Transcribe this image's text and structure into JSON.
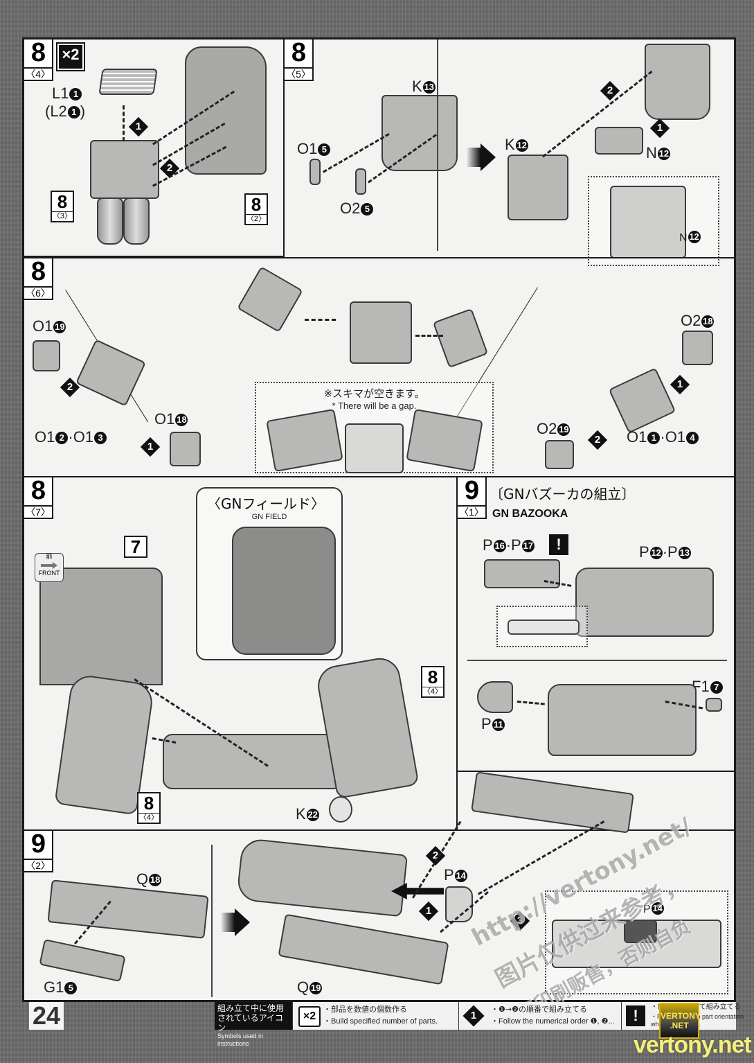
{
  "page": {
    "number": "24"
  },
  "steps": {
    "s8_4": {
      "step": "8",
      "sub": "〈4〉",
      "multiplier": "×2",
      "parts": [
        {
          "label": "L1",
          "num": "1"
        },
        {
          "label": "(L2",
          "num": "1",
          "suffix": ")"
        }
      ],
      "order": [
        "1",
        "2"
      ],
      "refs": [
        {
          "step": "8",
          "sub": "〈3〉"
        },
        {
          "step": "8",
          "sub": "〈2〉"
        }
      ]
    },
    "s8_5": {
      "step": "8",
      "sub": "〈5〉",
      "parts": [
        {
          "label": "K",
          "num": "13"
        },
        {
          "label": "O1",
          "num": "5"
        },
        {
          "label": "O2",
          "num": "5"
        },
        {
          "label": "K",
          "num": "12"
        },
        {
          "label": "N",
          "num": "12"
        }
      ],
      "detail_label": {
        "label": "N",
        "num": "12"
      },
      "order": [
        "1",
        "2"
      ]
    },
    "s8_6": {
      "step": "8",
      "sub": "〈6〉",
      "left_parts": [
        {
          "label": "O1",
          "num": "19"
        },
        {
          "label": "O1",
          "num": "2",
          "label2": "O1",
          "num2": "3"
        },
        {
          "label": "O1",
          "num": "18"
        }
      ],
      "right_parts": [
        {
          "label": "O2",
          "num": "18"
        },
        {
          "label": "O2",
          "num": "19"
        },
        {
          "label": "O1",
          "num": "1",
          "label2": "O1",
          "num2": "4"
        }
      ],
      "order": [
        "1",
        "2"
      ],
      "gap_note_jp": "※スキマが空きます。",
      "gap_note_en": "* There will be a gap."
    },
    "s8_7": {
      "step": "8",
      "sub": "〈7〉",
      "ref_7": "7",
      "front_icon": {
        "kanji": "前",
        "label": "FRONT"
      },
      "balloon_title_jp": "〈GNフィールド〉",
      "balloon_title_en": "GN FIELD",
      "refs": [
        {
          "step": "8",
          "sub": "〈4〉"
        },
        {
          "step": "8",
          "sub": "〈4〉"
        }
      ],
      "part": {
        "label": "K",
        "num": "22"
      }
    },
    "s9_1": {
      "step": "9",
      "sub": "〈1〉",
      "title_jp": "〔GNバズーカの組立〕",
      "title_en": "GN BAZOOKA",
      "parts": [
        {
          "label": "P",
          "num": "16",
          "label2": "P",
          "num2": "17"
        },
        {
          "label": "P",
          "num": "12",
          "label2": "P",
          "num2": "13"
        },
        {
          "label": "P",
          "num": "11"
        },
        {
          "label": "F1",
          "num": "7"
        }
      ],
      "warning": "!"
    },
    "s9_2": {
      "step": "9",
      "sub": "〈2〉",
      "parts": [
        {
          "label": "Q",
          "num": "18"
        },
        {
          "label": "G1",
          "num": "5"
        },
        {
          "label": "P",
          "num": "14"
        },
        {
          "label": "Q",
          "num": "19"
        }
      ],
      "detail_label": {
        "label": "P",
        "num": "14"
      },
      "order": [
        "1",
        "2",
        "3"
      ]
    }
  },
  "legend": {
    "title_jp_1": "組み立て中に使用",
    "title_jp_2": "されているアイコン",
    "title_en": "Symbols used in instructions",
    "items": [
      {
        "icon": "×2",
        "jp": "・部品を数値の個数作る",
        "en": "・Build specified number of parts."
      },
      {
        "icon": "1",
        "jp": "・❶→❷の順番で組み立てる",
        "en": "・Follow the numerical order ❶, ❷..."
      },
      {
        "icon": "!",
        "jp": "・向きに注意して組み立てる",
        "en": "・Pay attention to part orientation",
        "en2": "when assembling."
      }
    ]
  },
  "watermarks": {
    "url": "http://vertony.net/",
    "cn_1": "图片仅供过来参考，",
    "cn_2": "不印刷贩售，否则自负",
    "badge_1": "VERTONY",
    "badge_2": ".NET",
    "site": "vertony.net"
  }
}
